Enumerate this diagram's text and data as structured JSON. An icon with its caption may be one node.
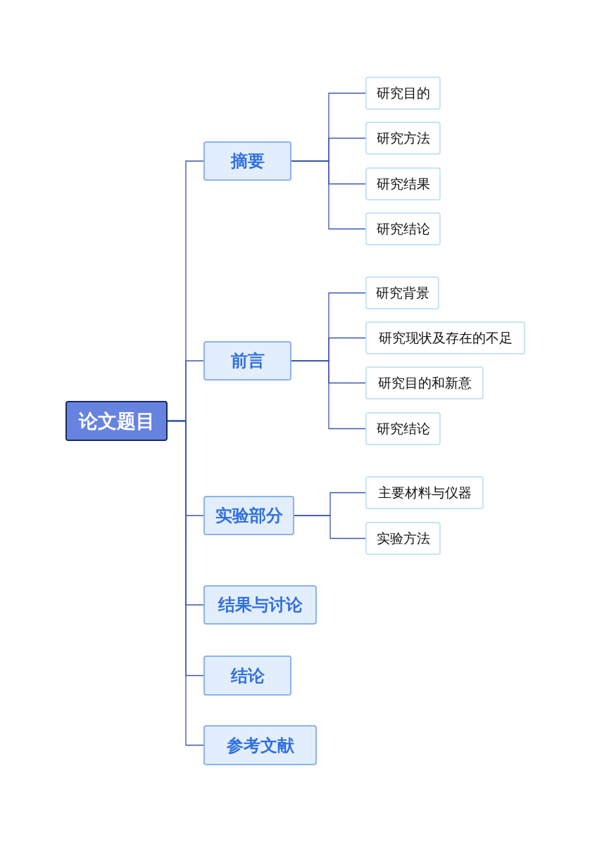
{
  "diagram": {
    "nodes": [
      {
        "text": [
          "论文题目"
        ]
      },
      {
        "text": [
          "摘要"
        ]
      },
      {
        "text": [
          "研究目的"
        ]
      },
      {
        "text": [
          "研究方法"
        ]
      },
      {
        "text": [
          "研究结果"
        ]
      },
      {
        "text": [
          "研究结论"
        ]
      },
      {
        "text": [
          "前言"
        ]
      },
      {
        "text": [
          "研究背景"
        ]
      },
      {
        "text": [
          "研究现状及存在的不足"
        ]
      },
      {
        "text": [
          "研究目的和新意"
        ]
      },
      {
        "text": [
          "研究结论"
        ]
      },
      {
        "text": [
          "实验部分"
        ]
      },
      {
        "text": [
          "主要材料与仪器"
        ]
      },
      {
        "text": [
          "实验方法"
        ]
      },
      {
        "text": [
          "结果与讨论"
        ]
      },
      {
        "text": [
          "结论"
        ]
      },
      {
        "text": [
          "参考文献"
        ]
      }
    ],
    "edges": [
      {
        "from": 0,
        "to": 1,
        "arrow": "none"
      },
      {
        "from": 0,
        "to": 6,
        "arrow": "none"
      },
      {
        "from": 0,
        "to": 11,
        "arrow": "none"
      },
      {
        "from": 0,
        "to": 14,
        "arrow": "none"
      },
      {
        "from": 0,
        "to": 15,
        "arrow": "none"
      },
      {
        "from": 0,
        "to": 16,
        "arrow": "none"
      },
      {
        "from": 1,
        "to": 2,
        "arrow": "none"
      },
      {
        "from": 1,
        "to": 3,
        "arrow": "none"
      },
      {
        "from": 1,
        "to": 4,
        "arrow": "none"
      },
      {
        "from": 1,
        "to": 5,
        "arrow": "none"
      },
      {
        "from": 6,
        "to": 7,
        "arrow": "none"
      },
      {
        "from": 6,
        "to": 8,
        "arrow": "none"
      },
      {
        "from": 6,
        "to": 9,
        "arrow": "none"
      },
      {
        "from": 6,
        "to": 10,
        "arrow": "none"
      },
      {
        "from": 11,
        "to": 12,
        "arrow": "none"
      },
      {
        "from": 11,
        "to": 13,
        "arrow": "none"
      }
    ]
  }
}
